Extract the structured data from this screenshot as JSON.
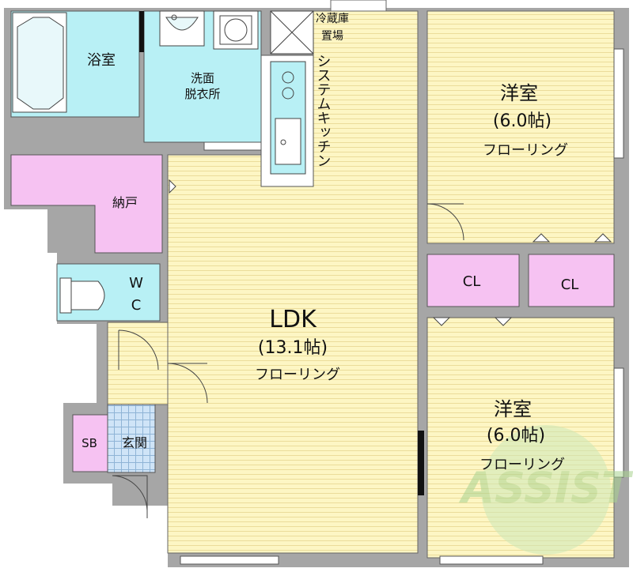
{
  "colors": {
    "wall": "#a6a6a6",
    "floor": "#fdf6c4",
    "floor_line": "#ebdc9a",
    "wet": "#b8f0f5",
    "storage": "#f6c2f2",
    "entrance": "#cfe4f7",
    "watermark": "#cde8b8"
  },
  "rooms": {
    "bath": "浴室",
    "washroom_1": "洗面",
    "washroom_2": "脱衣所",
    "fridge_1": "冷蔵庫",
    "fridge_2": "置場",
    "kitchen": "システムキッチン",
    "nando": "納戸",
    "wc_1": "W",
    "wc_2": "C",
    "ldk_name": "LDK",
    "ldk_size": "(13.1帖)",
    "ldk_floor": "フローリング",
    "room1_name": "洋室",
    "room1_size": "(6.0帖)",
    "room1_floor": "フローリング",
    "room2_name": "洋室",
    "room2_size": "(6.0帖)",
    "room2_floor": "フローリング",
    "cl1": "CL",
    "cl2": "CL",
    "sb": "SB",
    "genkan": "玄関"
  },
  "watermark": "ASSIST"
}
